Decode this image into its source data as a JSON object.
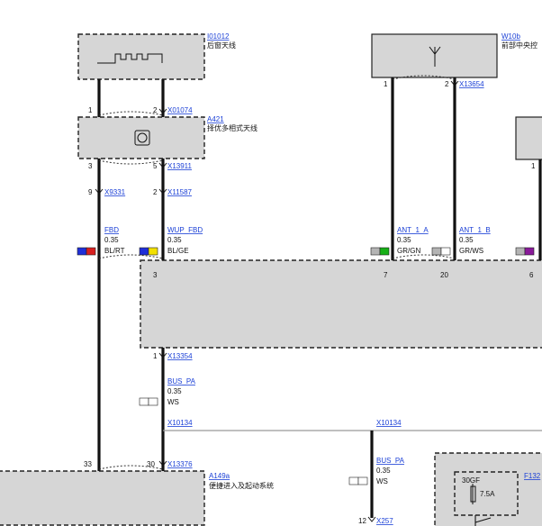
{
  "components": {
    "i01012": {
      "id": "I01012",
      "name": "后窗天线"
    },
    "w10b": {
      "id": "W10b",
      "name": "前部中央控"
    },
    "a421": {
      "id": "A421",
      "name": "择优多相式天线"
    },
    "a149a": {
      "id": "A149a",
      "name": "便捷进入及起动系统"
    },
    "fuse": {
      "id": "F132",
      "terminal": "30GF",
      "rating": "7.5A"
    }
  },
  "connectors": {
    "x01074": "X01074",
    "x13654": "X13654",
    "x13911": "X13911",
    "x9331": "X9331",
    "x11587": "X11587",
    "x13354": "X13354",
    "x10134_a": "X10134",
    "x10134_b": "X10134",
    "x13376": "X13376",
    "x257": "X257"
  },
  "pins": {
    "i01012_1": "1",
    "i01012_2": "2",
    "w10b_1": "1",
    "w10b_2": "2",
    "a421_3": "3",
    "a421_5": "5",
    "right_1": "1",
    "x9331_9": "9",
    "x11587_2": "2",
    "ctrl_3": "3",
    "ctrl_7": "7",
    "ctrl_20": "20",
    "ctrl_6": "6",
    "x13354_1": "1",
    "a149a_33": "33",
    "a149a_30": "30",
    "x257_12": "12"
  },
  "wires": {
    "fbd": {
      "signal": "FBD",
      "size": "0.35",
      "color": "BL/RT",
      "c1": "#1f2fd8",
      "c2": "#d81f1f"
    },
    "wup_fbd": {
      "signal": "WUP_FBD",
      "size": "0.35",
      "color": "BL/GE",
      "c1": "#1f2fd8",
      "c2": "#f2e000"
    },
    "ant1a": {
      "signal": "ANT_1_A",
      "size": "0.35",
      "color": "GR/GN",
      "c1": "#b4b4b4",
      "c2": "#17b017"
    },
    "ant1b": {
      "signal": "ANT_1_B",
      "size": "0.35",
      "color": "GR/WS",
      "c1": "#b4b4b4",
      "c2": "#ffffff"
    },
    "right": {
      "c1": "#b4b4b4",
      "c2": "#8a1a9a"
    },
    "bus_pa_1": {
      "signal": "BUS_PA",
      "size": "0.35",
      "color": "WS",
      "c1": "#ffffff",
      "c2": "#ffffff"
    },
    "bus_pa_2": {
      "signal": "BUS_PA",
      "size": "0.35",
      "color": "WS",
      "c1": "#ffffff",
      "c2": "#ffffff"
    }
  }
}
